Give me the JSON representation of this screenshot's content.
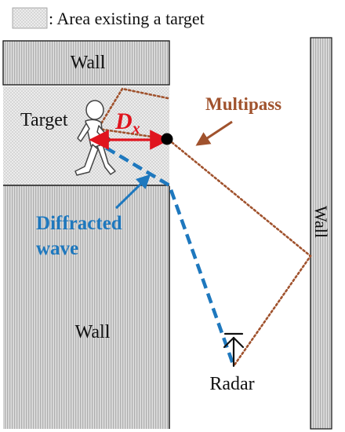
{
  "legend": {
    "label": ": Area existing a target"
  },
  "walls": {
    "top_label": "Wall",
    "bottom_label": "Wall",
    "right_label": "Wall"
  },
  "target": {
    "label": "Target"
  },
  "distance": {
    "label": "D",
    "subscript": "x"
  },
  "multipass": {
    "label": "Multipass"
  },
  "diffracted": {
    "line1": "Diffracted",
    "line2": "wave"
  },
  "radar": {
    "label": "Radar"
  },
  "colors": {
    "wall_fill": "#dedede",
    "wall_hatch": "#9a9a9a",
    "area_fill": "#ececec",
    "multipass": "#a0522d",
    "multipass_text": "#a0522d",
    "diffracted": "#1e78be",
    "distance": "#e0141e",
    "outline": "#111111"
  },
  "icons": [
    "walking-person-icon",
    "antenna-icon",
    "arrow-icon"
  ]
}
